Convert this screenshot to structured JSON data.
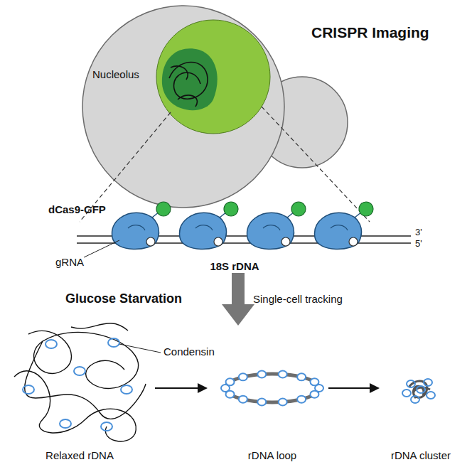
{
  "diagram": {
    "title": "CRISPR Imaging",
    "labels": [
      "Nucleolus",
      "dCas9-GFP",
      "gRNA",
      "18S rDNA",
      "3'",
      "5'",
      "Glucose Starvation",
      "Single-cell tracking",
      "Condensin",
      "Relaxed rDNA",
      "rDNA loop",
      "rDNA cluster"
    ]
  }
}
